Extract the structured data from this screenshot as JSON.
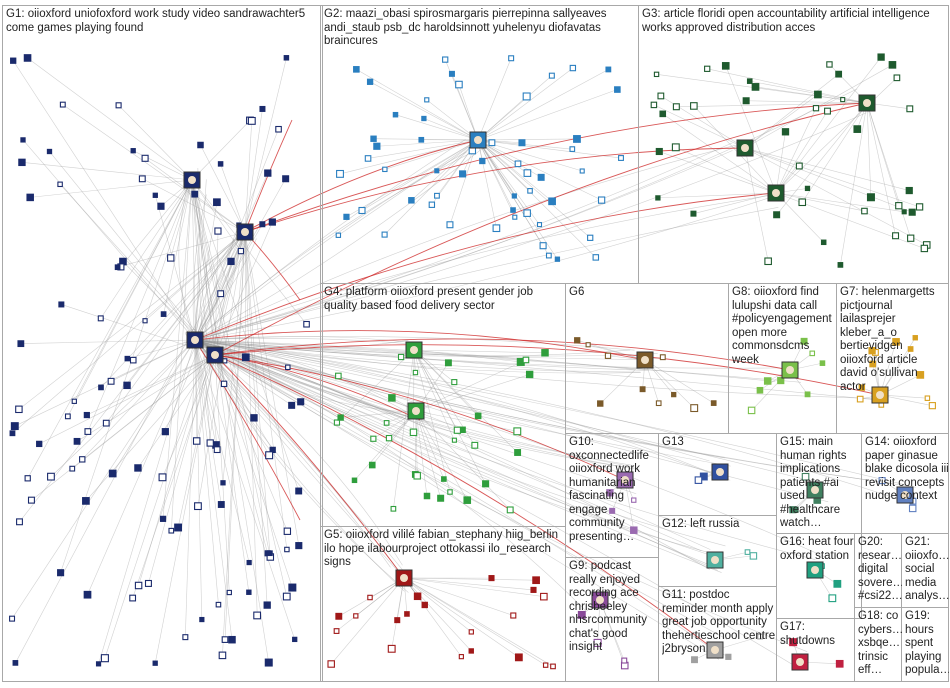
{
  "groups": [
    {
      "id": "G1",
      "label": "G1: oiioxford uniofoxford work study video sandrawachter5 come games playing found",
      "color": "#1a2a6c"
    },
    {
      "id": "G2",
      "label": "G2: maazi_obasi spirosmargaris pierrepinna sallyeaves andi_staub psb_dc haroldsinnott yuhelenyu diofavatas braincures",
      "color": "#2a7fc0"
    },
    {
      "id": "G3",
      "label": "G3: article floridi open accountability artificial intelligence works approved distribution acces",
      "color": "#1e5a2e"
    },
    {
      "id": "G4",
      "label": "G4: platform oiioxford present gender job quality based food delivery sector",
      "color": "#2f9e3c"
    },
    {
      "id": "G5",
      "label": "G5: oiioxford vililé fabian_stephany hiig_berlin ilo hope ilabourproject ottokassi ilo_research signs",
      "color": "#a01818"
    },
    {
      "id": "G6",
      "label": "G6",
      "color": "#7b5a2a"
    },
    {
      "id": "G7",
      "label": "G7: helenmargetts pictjournal lailasprejer kleber_a_o bertievidgen oiioxford article david o'sullivan actor",
      "color": "#d8a020"
    },
    {
      "id": "G8",
      "label": "G8: oiioxford find lulupshi data call #policyengagement open more commonsdcms week",
      "color": "#7ac04a"
    },
    {
      "id": "G9",
      "label": "G9: podcast really enjoyed recording ace chrisbeeley nhsrcommunity chat's good insight",
      "color": "#8a4a9a"
    },
    {
      "id": "G10",
      "label": "G10: oxconnectedlife oiioxford work humanitarian fascinating engage community presenting…",
      "color": "#9a6ab0"
    },
    {
      "id": "G11",
      "label": "G11: postdoc reminder month apply great job opportunity thehertieschool centre j2bryson",
      "color": "#a0a0a0"
    },
    {
      "id": "G12",
      "label": "G12: left russia",
      "color": "#50b0a0"
    },
    {
      "id": "G13",
      "label": "G13",
      "color": "#3050a0"
    },
    {
      "id": "G14",
      "label": "G14: oiioxford paper ginasue blake dicosola iii revisit concepts nudge context",
      "color": "#6080c0"
    },
    {
      "id": "G15",
      "label": "G15: main human rights implications patients #ai used #healthcare watch…",
      "color": "#408060"
    },
    {
      "id": "G16",
      "label": "G16: heat four oxford station",
      "color": "#20a080"
    },
    {
      "id": "G17",
      "label": "G17: shutdowns",
      "color": "#c02040"
    },
    {
      "id": "G18",
      "label": "G18: co cybers… xsbqe… trinsic eff…",
      "color": "#606060"
    },
    {
      "id": "G19",
      "label": "G19: hours spent playing popula…",
      "color": "#606060"
    },
    {
      "id": "G20",
      "label": "G20: resear… digital sovere… #csi22…",
      "color": "#606060"
    },
    {
      "id": "G21",
      "label": "G21: oiioxfo… social media analys…",
      "color": "#606060"
    }
  ]
}
